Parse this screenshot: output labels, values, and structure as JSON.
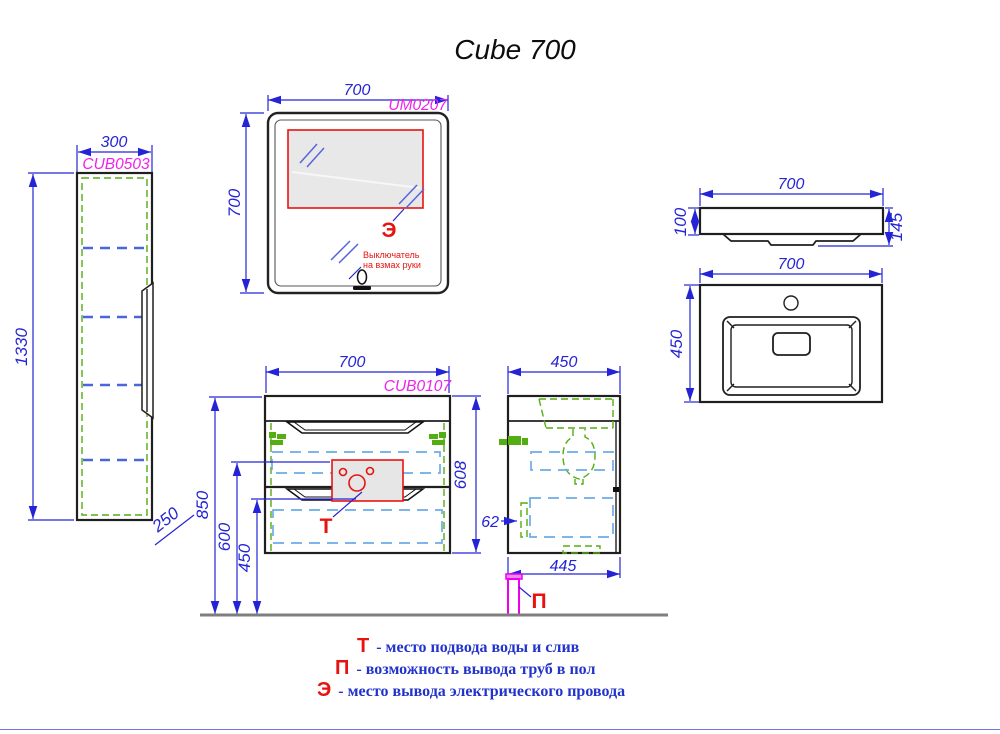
{
  "title": "Cube 700",
  "colors": {
    "dimension_blue": "#2424d6",
    "code_magenta": "#ee22ee",
    "marker_red": "#e81310",
    "hardware_green": "#53ae12",
    "drawer_dash_blue": "#6cabe8",
    "shelf_dash_blue": "#4a66dd",
    "outline_dark": "#1f1f1f",
    "floor_gray": "#7f7f7f",
    "panel_gray": "#e8e8e8",
    "pipe_magenta": "#ee00ee"
  },
  "tall_cabinet": {
    "code": "CUB0503",
    "width_mm": "300",
    "height_mm": "1330",
    "depth_mm": "250"
  },
  "mirror": {
    "code": "UM0207",
    "width_mm": "700",
    "height_mm": "700",
    "marker": "Э",
    "switch_note": [
      "Выключатель",
      "на взмах руки"
    ]
  },
  "vanity": {
    "code": "CUB0107",
    "front": {
      "width_mm": "700",
      "body_height_mm": "608",
      "h_total_mm": "850",
      "h_supply_mm": "600",
      "h_drain_mm": "450",
      "marker": "Т"
    },
    "side": {
      "width_mm": "450",
      "bottom_mm": "445",
      "offset_mm": "62",
      "marker": "П"
    }
  },
  "sink": {
    "front": {
      "width_mm": "700",
      "back_height_mm": "100",
      "total_height_mm": "145"
    },
    "top": {
      "width_mm": "700",
      "depth_mm": "450"
    }
  },
  "legend": [
    {
      "marker": "Т",
      "text": "- место подвода воды и слив"
    },
    {
      "marker": "П",
      "text": "- возможность вывода труб в пол"
    },
    {
      "marker": "Э",
      "text": "- место вывода электрического провода"
    }
  ]
}
